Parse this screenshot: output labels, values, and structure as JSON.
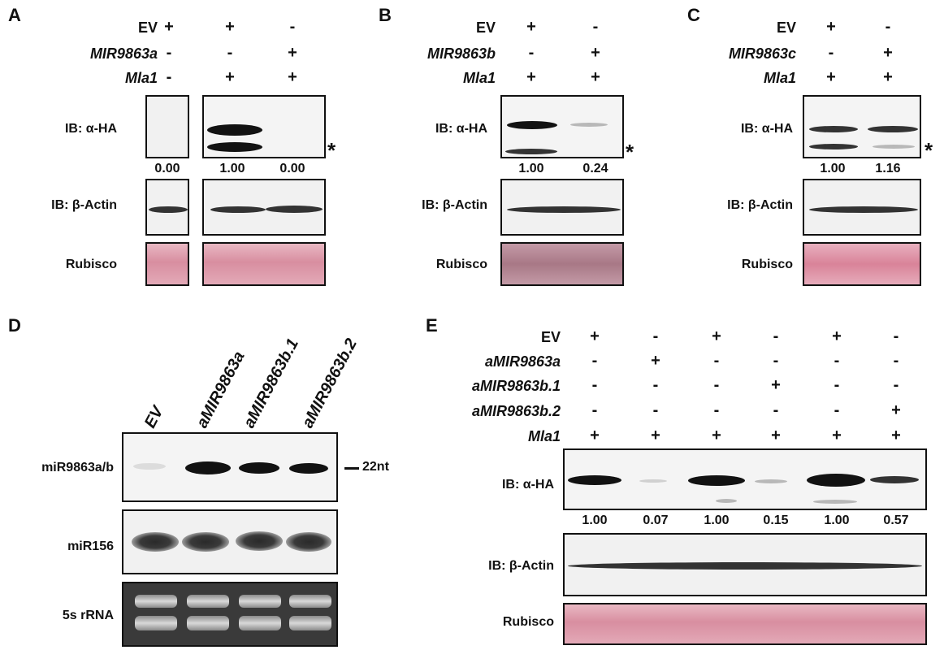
{
  "panels": {
    "A": {
      "letter": "A",
      "rows": [
        {
          "label": "EV",
          "italic": false,
          "signs": [
            "+",
            "+",
            "-"
          ]
        },
        {
          "label": "MIR9863a",
          "italic": true,
          "signs": [
            "-",
            "-",
            "+"
          ]
        },
        {
          "label": "Mla1",
          "italic": true,
          "signs": [
            "-",
            "+",
            "+"
          ]
        }
      ],
      "ib_ha": "IB: α-HA",
      "quant": [
        "0.00",
        "1.00",
        "0.00"
      ],
      "ib_actin": "IB: β-Actin",
      "rubisco": "Rubisco",
      "star": "*"
    },
    "B": {
      "letter": "B",
      "rows": [
        {
          "label": "EV",
          "italic": false,
          "signs": [
            "+",
            "-"
          ]
        },
        {
          "label": "MIR9863b",
          "italic": true,
          "signs": [
            "-",
            "+"
          ]
        },
        {
          "label": "Mla1",
          "italic": true,
          "signs": [
            "+",
            "+"
          ]
        }
      ],
      "ib_ha": "IB: α-HA",
      "quant": [
        "1.00",
        "0.24"
      ],
      "ib_actin": "IB: β-Actin",
      "rubisco": "Rubisco",
      "star": "*"
    },
    "C": {
      "letter": "C",
      "rows": [
        {
          "label": "EV",
          "italic": false,
          "signs": [
            "+",
            "-"
          ]
        },
        {
          "label": "MIR9863c",
          "italic": true,
          "signs": [
            "-",
            "+"
          ]
        },
        {
          "label": "Mla1",
          "italic": true,
          "signs": [
            "+",
            "+"
          ]
        }
      ],
      "ib_ha": "IB: α-HA",
      "quant": [
        "1.00",
        "1.16"
      ],
      "ib_actin": "IB: β-Actin",
      "rubisco": "Rubisco",
      "star": "*"
    },
    "D": {
      "letter": "D",
      "lanes": [
        "EV",
        "aMIR9863a",
        "aMIR9863b.1",
        "aMIR9863b.2"
      ],
      "rows": [
        "miR9863a/b",
        "miR156",
        "5s rRNA"
      ],
      "marker": "22nt"
    },
    "E": {
      "letter": "E",
      "rows": [
        {
          "label": "EV",
          "italic": false,
          "signs": [
            "+",
            "-",
            "+",
            "-",
            "+",
            "-"
          ]
        },
        {
          "label": "aMIR9863a",
          "italic": true,
          "signs": [
            "-",
            "+",
            "-",
            "-",
            "-",
            "-"
          ]
        },
        {
          "label": "aMIR9863b.1",
          "italic": true,
          "signs": [
            "-",
            "-",
            "-",
            "+",
            "-",
            "-"
          ]
        },
        {
          "label": "aMIR9863b.2",
          "italic": true,
          "signs": [
            "-",
            "-",
            "-",
            "-",
            "-",
            "+"
          ]
        },
        {
          "label": "Mla1",
          "italic": true,
          "signs": [
            "+",
            "+",
            "+",
            "+",
            "+",
            "+"
          ]
        }
      ],
      "ib_ha": "IB: α-HA",
      "quant": [
        "1.00",
        "0.07",
        "1.00",
        "0.15",
        "1.00",
        "0.57"
      ],
      "ib_actin": "IB: β-Actin",
      "rubisco": "Rubisco"
    }
  }
}
